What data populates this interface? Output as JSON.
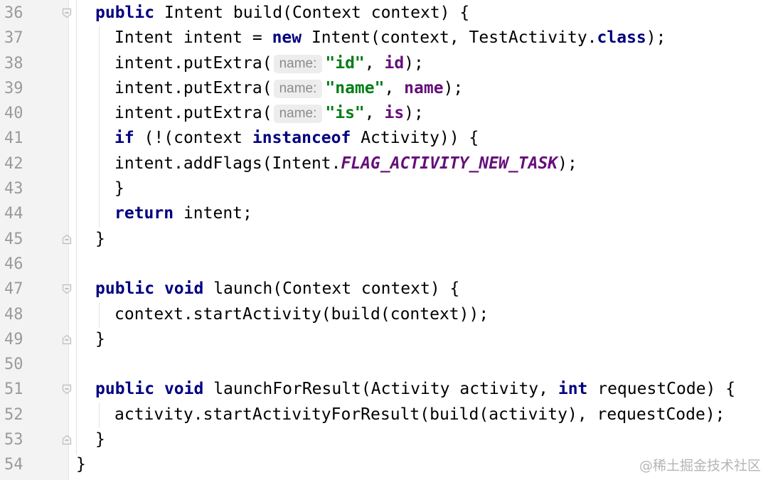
{
  "watermark": "@稀土掘金技术社区",
  "colors": {
    "keyword": "#000080",
    "string": "#067d17",
    "field": "#660e7a",
    "line_number": "#9a9a9a",
    "gutter": "#f3f3f3"
  },
  "lines": [
    {
      "num": "36",
      "fold": "open",
      "indent": 1,
      "tokens": [
        {
          "t": "public",
          "c": "kw"
        },
        {
          "t": " Intent build(Context context) {"
        }
      ]
    },
    {
      "num": "37",
      "indent": 2,
      "tokens": [
        {
          "t": "Intent intent = "
        },
        {
          "t": "new",
          "c": "kw"
        },
        {
          "t": " Intent(context, TestActivity."
        },
        {
          "t": "class",
          "c": "kw"
        },
        {
          "t": ");"
        }
      ]
    },
    {
      "num": "38",
      "indent": 2,
      "tokens": [
        {
          "t": "intent.putExtra("
        },
        {
          "t": "name:",
          "c": "hint"
        },
        {
          "t": "\"id\"",
          "c": "str"
        },
        {
          "t": ", "
        },
        {
          "t": "id",
          "c": "fld"
        },
        {
          "t": ");"
        }
      ]
    },
    {
      "num": "39",
      "indent": 2,
      "tokens": [
        {
          "t": "intent.putExtra("
        },
        {
          "t": "name:",
          "c": "hint"
        },
        {
          "t": "\"name\"",
          "c": "str"
        },
        {
          "t": ", "
        },
        {
          "t": "name",
          "c": "fld"
        },
        {
          "t": ");"
        }
      ]
    },
    {
      "num": "40",
      "indent": 2,
      "tokens": [
        {
          "t": "intent.putExtra("
        },
        {
          "t": "name:",
          "c": "hint"
        },
        {
          "t": "\"is\"",
          "c": "str"
        },
        {
          "t": ", "
        },
        {
          "t": "is",
          "c": "fld"
        },
        {
          "t": ");"
        }
      ]
    },
    {
      "num": "41",
      "indent": 2,
      "tokens": [
        {
          "t": "if",
          "c": "kw"
        },
        {
          "t": " (!(context "
        },
        {
          "t": "instanceof",
          "c": "kw"
        },
        {
          "t": " Activity)) {"
        }
      ]
    },
    {
      "num": "42",
      "indent": 2,
      "tokens": [
        {
          "t": "intent.addFlags(Intent."
        },
        {
          "t": "FLAG_ACTIVITY_NEW_TASK",
          "c": "cst"
        },
        {
          "t": ");"
        }
      ]
    },
    {
      "num": "43",
      "indent": 2,
      "tokens": [
        {
          "t": "}"
        }
      ]
    },
    {
      "num": "44",
      "indent": 2,
      "tokens": [
        {
          "t": "return",
          "c": "kw"
        },
        {
          "t": " intent;"
        }
      ]
    },
    {
      "num": "45",
      "fold": "close",
      "indent": 1,
      "tokens": [
        {
          "t": "}"
        }
      ]
    },
    {
      "num": "46",
      "indent": 0,
      "tokens": []
    },
    {
      "num": "47",
      "fold": "open",
      "indent": 1,
      "tokens": [
        {
          "t": "public",
          "c": "kw"
        },
        {
          "t": " "
        },
        {
          "t": "void",
          "c": "kw"
        },
        {
          "t": " launch(Context context) {"
        }
      ]
    },
    {
      "num": "48",
      "indent": 2,
      "tokens": [
        {
          "t": "context.startActivity(build(context));"
        }
      ]
    },
    {
      "num": "49",
      "fold": "close",
      "indent": 1,
      "tokens": [
        {
          "t": "}"
        }
      ]
    },
    {
      "num": "50",
      "indent": 0,
      "tokens": []
    },
    {
      "num": "51",
      "fold": "open",
      "indent": 1,
      "tokens": [
        {
          "t": "public",
          "c": "kw"
        },
        {
          "t": " "
        },
        {
          "t": "void",
          "c": "kw"
        },
        {
          "t": " launchForResult(Activity activity, "
        },
        {
          "t": "int",
          "c": "kw"
        },
        {
          "t": " requestCode) {"
        }
      ]
    },
    {
      "num": "52",
      "indent": 2,
      "tokens": [
        {
          "t": "activity.startActivityForResult(build(activity), requestCode);"
        }
      ]
    },
    {
      "num": "53",
      "fold": "close",
      "indent": 1,
      "tokens": [
        {
          "t": "}"
        }
      ]
    },
    {
      "num": "54",
      "indent": 0,
      "tokens": [
        {
          "t": "}"
        }
      ]
    }
  ]
}
